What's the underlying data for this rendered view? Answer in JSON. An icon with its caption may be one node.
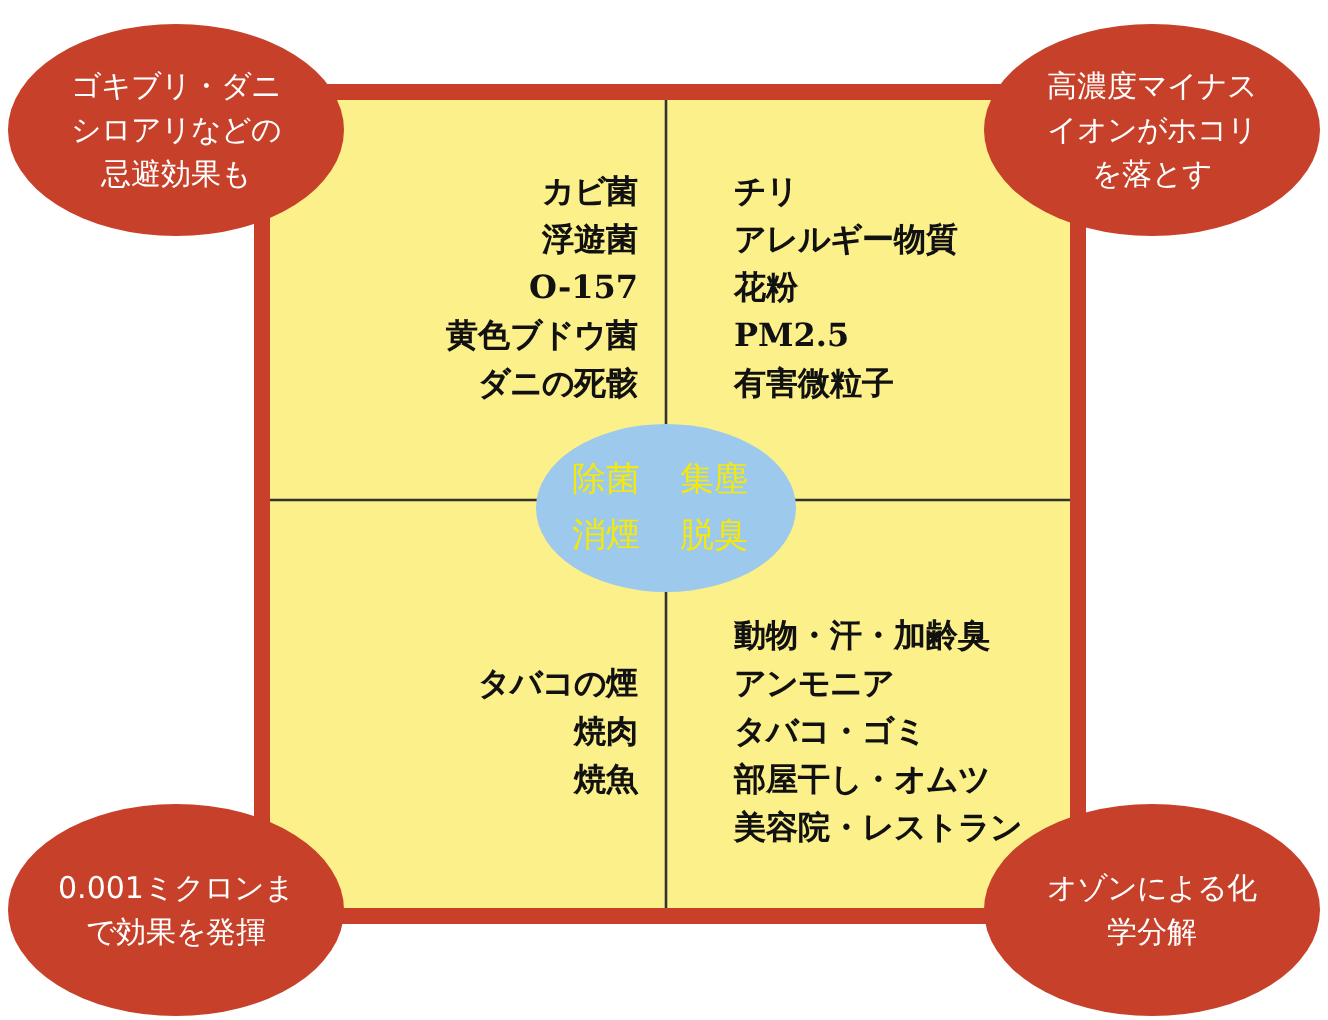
{
  "diagram": {
    "nodes": [
      {
        "text": [],
        "shape": "box"
      },
      {
        "text": [
          "カビ菌",
          "浮遊菌",
          "O-157",
          "黄色ブドウ菌",
          "ダニの死骸"
        ],
        "in": 0
      },
      {
        "text": [
          "チリ",
          "アレルギー物質",
          "花粉",
          "PM2.5",
          "有害微粒子"
        ],
        "in": 0
      },
      {
        "text": [
          "タバコの煙",
          "焼肉",
          "焼魚"
        ],
        "in": 0
      },
      {
        "text": [
          "動物・汗・加齢臭",
          "アンモニア",
          "タバコ・ゴミ",
          "部屋干し・オムツ",
          "美容院・レストラン"
        ],
        "in": 0
      },
      {
        "text": [
          "除菌",
          "集塵",
          "消煙",
          "脱臭"
        ],
        "in": 0
      },
      {
        "text": [
          "ゴキブリ・ダニシロアリなどの忌避効果も"
        ]
      },
      {
        "text": [
          "高濃度マイナスイオンがホコリを落とす"
        ]
      },
      {
        "text": [
          "0.001ミクロンまで効果を発揮"
        ]
      },
      {
        "text": [
          "オゾンによる化学分解"
        ]
      }
    ]
  }
}
